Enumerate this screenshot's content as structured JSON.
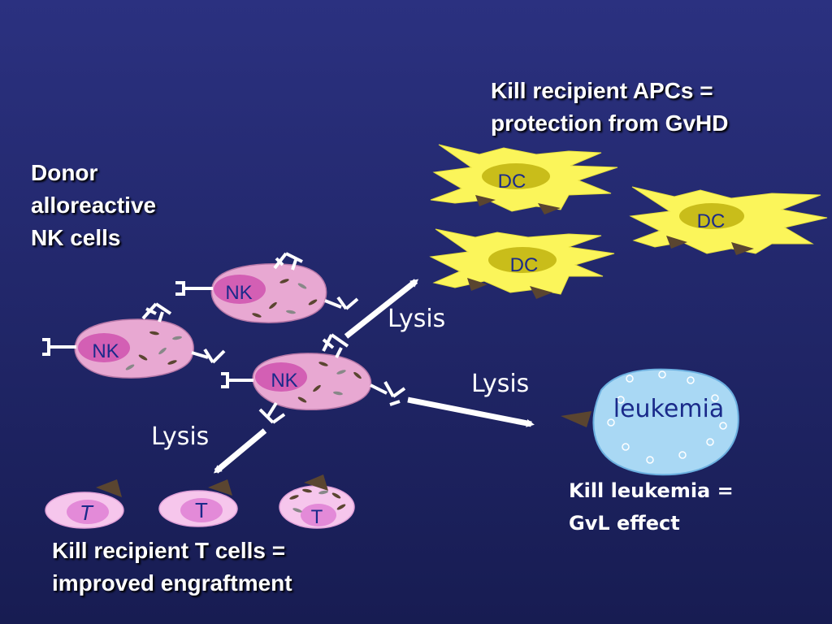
{
  "labels": {
    "donor": [
      "Donor",
      "alloreactive",
      "NK cells"
    ],
    "apc_caption": [
      "Kill recipient APCs =",
      "protection from GvHD"
    ],
    "tcell_caption": [
      "Kill recipient T cells =",
      "improved engraftment"
    ],
    "leukemia_caption": [
      "Kill leukemia =",
      "GvL effect"
    ],
    "lysis_apc": "Lysis",
    "lysis_leukemia": "Lysis",
    "lysis_tcell": "Lysis"
  },
  "cells": {
    "nk": [
      "NK",
      "NK",
      "NK"
    ],
    "dc": [
      "DC",
      "DC",
      "DC"
    ],
    "t": [
      "T",
      "T",
      "T"
    ],
    "leukemia": "leukemia"
  },
  "colors": {
    "background_top": "#2b3180",
    "background_bottom": "#171c52",
    "nk_body": "#e8a8d2",
    "nk_nucleus": "#d35fb4",
    "dc_body": "#fbf55a",
    "dc_nucleus": "#c9bd1a",
    "t_body": "#f6c6ec",
    "t_nucleus": "#e38ad8",
    "leukemia_body": "#a9d8f4",
    "receptor": "#ffffff",
    "label_dark": "#1a2a8a",
    "mhc": "#5a4530"
  }
}
